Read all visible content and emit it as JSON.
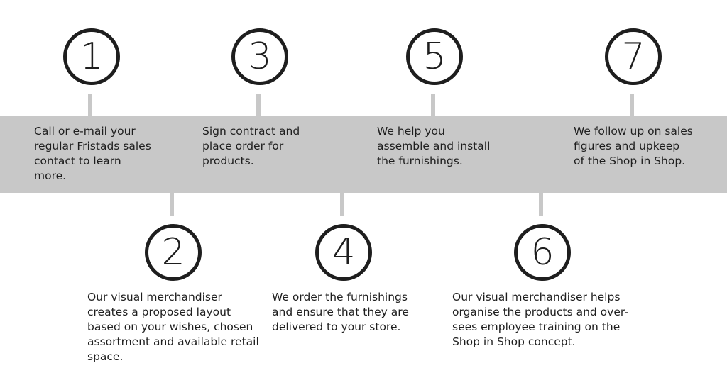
{
  "steps": [
    {
      "number": "1",
      "text": "Call or e-mail your\nregular Fristads sales\ncontact to learn\nmore."
    },
    {
      "number": "2",
      "text": "Our visual merchandiser\ncreates a proposed layout\nbased on your wishes, chosen\nassortment and available retail\nspace."
    },
    {
      "number": "3",
      "text": "Sign contract and\nplace order for\nproducts."
    },
    {
      "number": "4",
      "text": "We order the furnishings\nand ensure that they are\ndelivered to your store."
    },
    {
      "number": "5",
      "text": "We help you\nassemble and install\nthe furnishings."
    },
    {
      "number": "6",
      "text": "Our visual merchandiser helps\norganise the products and over-\nsees employee training on the\nShop in Shop concept."
    },
    {
      "number": "7",
      "text": "We follow up on sales\nfigures and upkeep\nof the Shop in Shop."
    }
  ],
  "colors": {
    "band": "#c8c8c8",
    "ink": "#1e1e1e"
  }
}
